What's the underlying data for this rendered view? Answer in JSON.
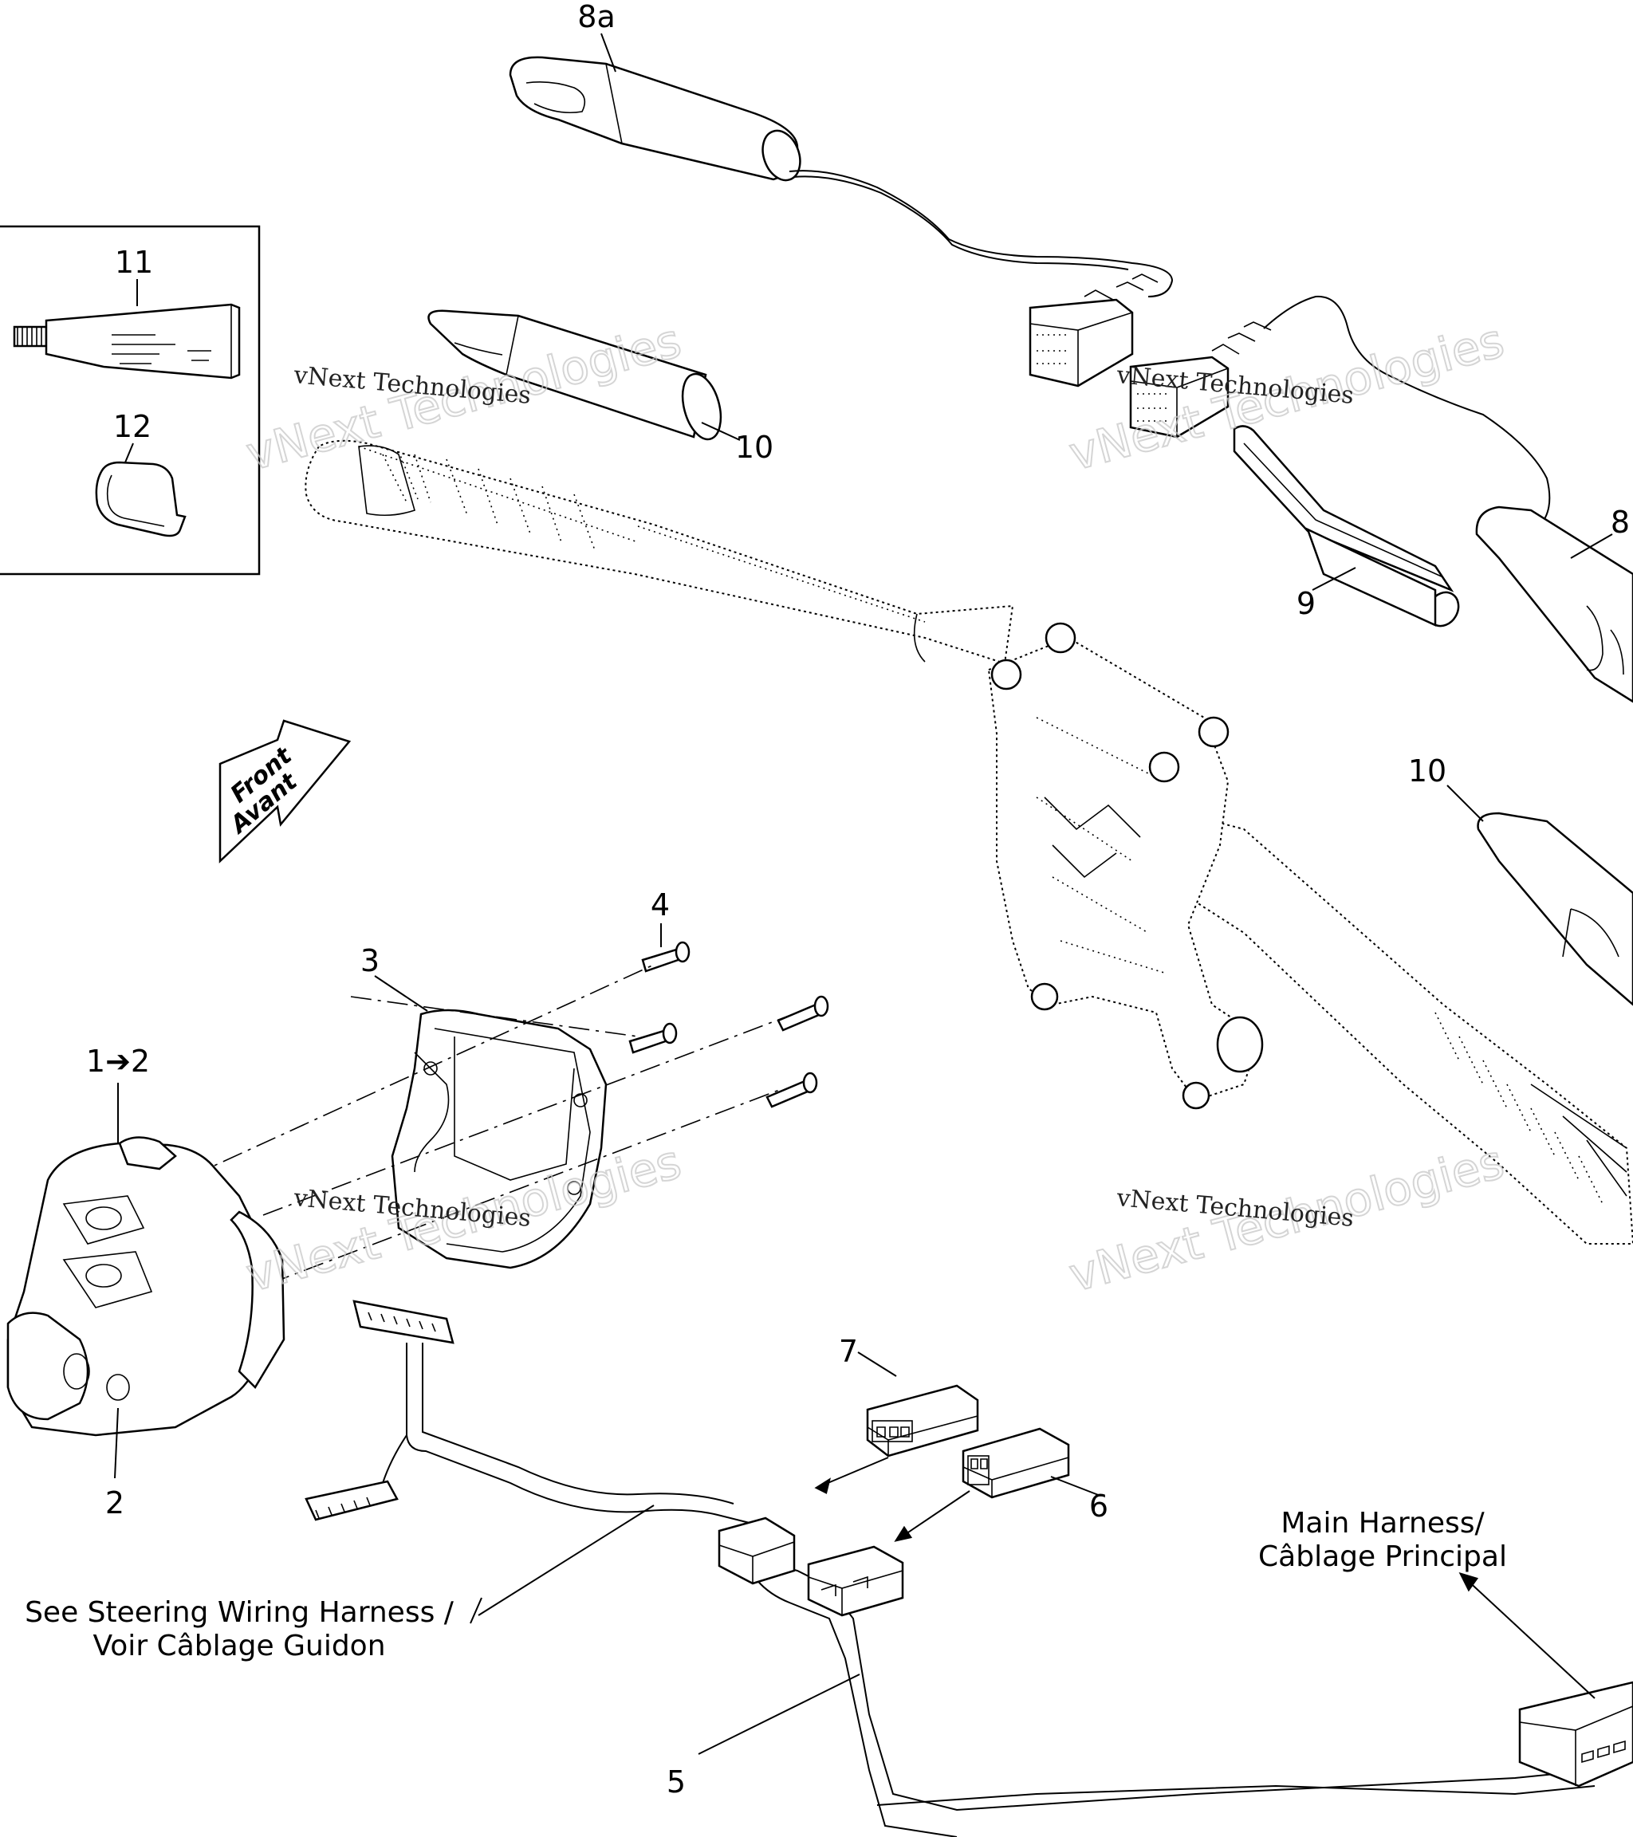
{
  "callouts": {
    "c8a": "8a",
    "c11": "11",
    "c12": "12",
    "c10a": "10",
    "c8": "8",
    "c9": "9",
    "c10b": "10",
    "c4": "4",
    "c3": "3",
    "c1to2": "1➔2",
    "c2": "2",
    "c7": "7",
    "c6": "6",
    "c5": "5"
  },
  "notes": {
    "main_harness_line1": "Main Harness/",
    "main_harness_line2": "Câblage Principal",
    "steering_line1": "See Steering Wiring Harness /",
    "steering_line2": "Voir Câblage Guidon"
  },
  "front_arrow": {
    "line1": "Front",
    "line2": "Avant"
  },
  "watermark": {
    "small": "vNext Technologies",
    "big": "vNext Technologies"
  }
}
